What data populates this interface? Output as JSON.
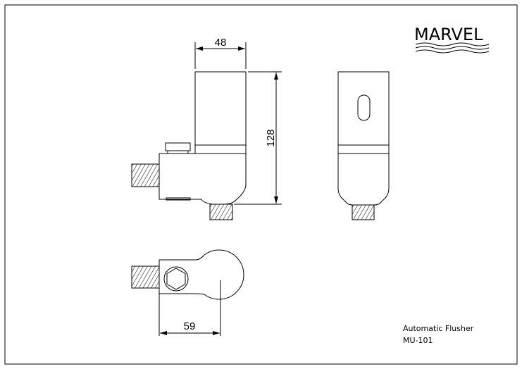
{
  "logo": {
    "text": "MARVEL"
  },
  "dimensions": {
    "width": "48",
    "height": "128",
    "offset": "59"
  },
  "title_block": {
    "name": "Automatic Flusher",
    "model": "MU-101"
  }
}
